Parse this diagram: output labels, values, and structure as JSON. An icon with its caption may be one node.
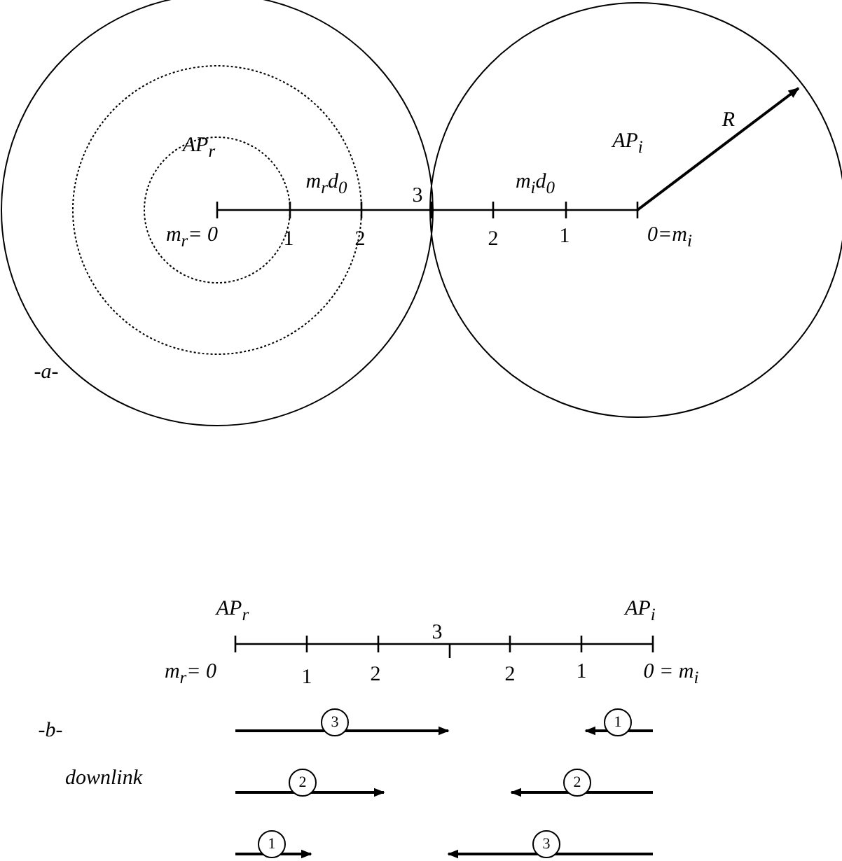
{
  "diagram": {
    "labels": [
      "R",
      "AP$_{r}$",
      "m$_{r}$d$_{0}$",
      "3",
      "m$_{i}$d$_{0}$",
      "AP$_{i}$",
      "m$_{r}$= 0",
      "1",
      "2",
      "2",
      "1",
      "0=m$_{i}$",
      "-a-",
      "AP$_{r}$",
      "AP$_{i}$",
      "3",
      "m$_{r}$= 0",
      "1",
      "2",
      "2",
      "1",
      "0 = m$_{i}$",
      "3",
      "1",
      "-b-",
      "downlink",
      "2",
      "2",
      "1",
      "3"
    ]
  }
}
